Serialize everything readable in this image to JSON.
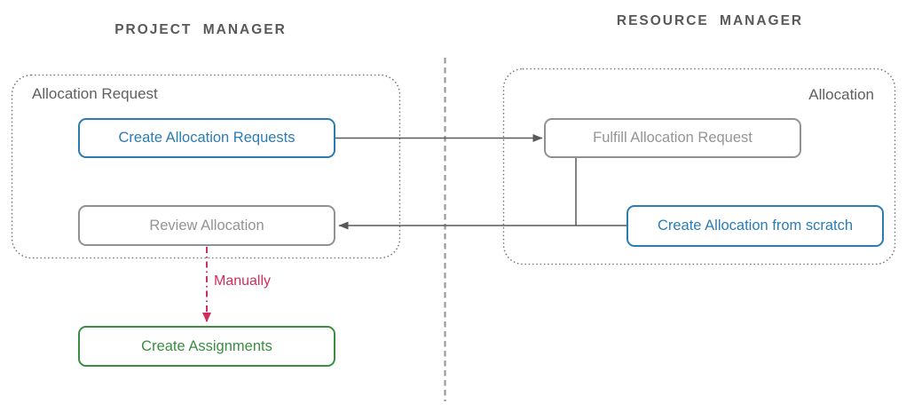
{
  "diagram": {
    "lanes": {
      "left_title": "PROJECT MANAGER",
      "right_title": "RESOURCE MANAGER"
    },
    "groups": {
      "allocation_request": "Allocation Request",
      "allocation": "Allocation"
    },
    "nodes": {
      "create_allocation_requests": "Create Allocation Requests",
      "fulfill_allocation_request": "Fulfill Allocation Request",
      "review_allocation": "Review Allocation",
      "create_allocation_from_scratch": "Create Allocation from scratch",
      "create_assignments": "Create Assignments"
    },
    "edge_labels": {
      "manually": "Manually"
    },
    "edges": [
      {
        "from": "create_allocation_requests",
        "to": "fulfill_allocation_request",
        "style": "solid-gray-arrow"
      },
      {
        "from": "fulfill_allocation_request",
        "to": "review_allocation",
        "style": "solid-gray-arrow"
      },
      {
        "from": "create_allocation_from_scratch",
        "to": "review_allocation",
        "style": "solid-gray-arrow"
      },
      {
        "from": "review_allocation",
        "to": "create_assignments",
        "style": "dash-dot-crimson-arrow",
        "label": "Manually"
      }
    ],
    "colors": {
      "highlight_blue": "#2b7cb3",
      "inactive_gray": "#919191",
      "success_green": "#3a8e3f",
      "manual_crimson": "#d02e5e",
      "connector_gray": "#595959",
      "lane_divider_gray": "#999999",
      "group_border_gray": "#737373",
      "title_gray": "#595959"
    }
  }
}
